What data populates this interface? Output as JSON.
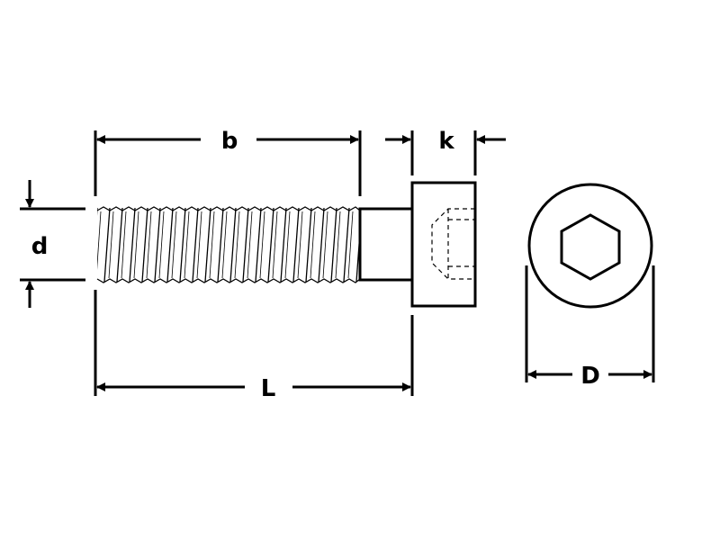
{
  "diagram": {
    "labels": {
      "thread_length": "b",
      "head_height": "k",
      "thread_diameter": "d",
      "total_length": "L",
      "head_diameter": "D"
    },
    "colors": {
      "line": "#000000",
      "background": "#ffffff"
    }
  }
}
